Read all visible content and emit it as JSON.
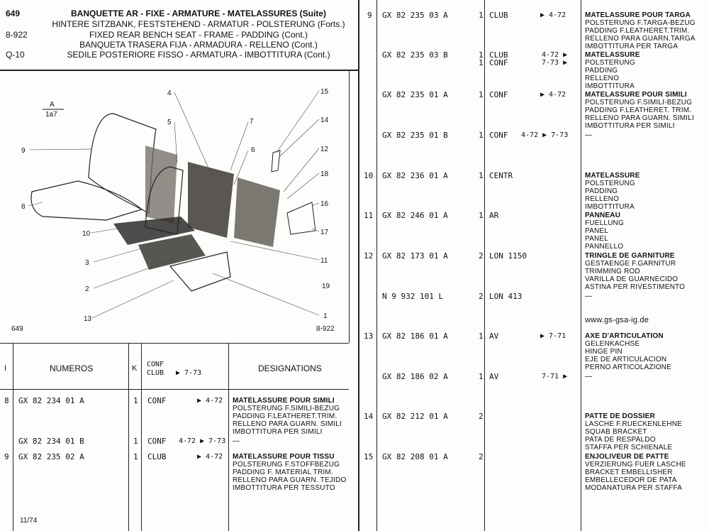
{
  "header": {
    "codes": [
      "649",
      "8-922",
      "Q-10"
    ],
    "titles": [
      "BANQUETTE AR - FIXE - ARMATURE - MATELASSURES (Suite)",
      "HINTERE SITZBANK, FESTSTEHEND - ARMATUR - POLSTERUNG (Forts.)",
      "FIXED REAR BENCH SEAT - FRAME - PADDING (Cont.)",
      "BANQUETA TRASERA FIJA - ARMADURA - RELLENO (Cont.)",
      "SEDILE POSTERIORE FISSO - ARMATURA - IMBOTTITURA (Cont.)"
    ]
  },
  "diagram": {
    "view_label": "A",
    "view_sub": "1a7",
    "small_code_left": "649",
    "small_code_right": "8-922",
    "callouts": [
      "1",
      "2",
      "3",
      "4",
      "5",
      "6",
      "7",
      "8",
      "9",
      "10",
      "11",
      "12",
      "13",
      "14",
      "15",
      "16",
      "17",
      "18",
      "19"
    ]
  },
  "left_table": {
    "headers": {
      "index": "I",
      "numeros": "NUMEROS",
      "k": "K",
      "conf": "CONF",
      "club": "CLUB",
      "range": "▶ 7-73",
      "designations": "DESIGNATIONS"
    },
    "rows": [
      {
        "index": "8",
        "num": "GX 82 234 01 A",
        "k": "1",
        "type": "CONF",
        "range": "▶ 4-72",
        "desc": [
          "MATELASSURE POUR SIMILI",
          "POLSTERUNG F.SIMILI-BEZUG",
          "PADDING F.LEATHERET.TRIM.",
          "RELLENO PARA GUARN. SIMILI",
          "IMBOTTITURA PER SIMILI"
        ]
      },
      {
        "index": "",
        "num": "GX 82 234 01 B",
        "k": "1",
        "type": "CONF",
        "range": "4-72 ▶ 7-73",
        "desc": [
          "—"
        ]
      },
      {
        "index": "9",
        "num": "GX 82 235 02 A",
        "k": "1",
        "type": "CLUB",
        "range": "▶ 4-72",
        "desc": [
          "MATELASSURE POUR TISSU",
          "POLSTERUNG F.STOFFBEZUG",
          "PADDING F. MATERIAL TRIM.",
          "RELLENO PARA GUARN. TEJIDO",
          "IMBOTTITURA PER TESSUTO"
        ]
      }
    ]
  },
  "right_table": {
    "rows": [
      {
        "index": "9",
        "num": "GX 82 235 03 A",
        "k": "1",
        "type": "CLUB",
        "range": "▶ 4-72",
        "desc": [
          "MATELASSURE POUR TARGA",
          "POLSTERUNG F.TARGA-BEZUG",
          "PADDING F.LEATHERET.TRIM.",
          "RELLENO PARA GUARN.TARGA",
          "IMBOTTITURA PER TARGA"
        ]
      },
      {
        "index": "",
        "num": "GX 82 235 03 B",
        "k": "1",
        "type": "CLUB",
        "range": "4-72 ▶",
        "k2": "1",
        "type2": "CONF",
        "range2": "7-73 ▶",
        "desc": [
          "MATELASSURE",
          "POLSTERUNG",
          "PADDING",
          "RELLENO",
          "IMBOTTITURA"
        ]
      },
      {
        "index": "",
        "num": "GX 82 235 01 A",
        "k": "1",
        "type": "CONF",
        "range": "▶ 4-72",
        "desc": [
          "MATELASSURE POUR SIMILI",
          "POLSTERUNG F.SIMILI-BEZUG",
          "PADDING F.LEATHERET. TRIM.",
          "RELLENO PARA GUARN. SIMILI",
          "IMBOTTITURA PER SIMILI"
        ]
      },
      {
        "index": "",
        "num": "GX 82 235 01 B",
        "k": "1",
        "type": "CONF",
        "range": "4-72 ▶ 7-73",
        "desc": [
          "—"
        ]
      },
      {
        "index": "10",
        "num": "GX 82 236 01 A",
        "k": "1",
        "type": "CENTR",
        "range": "",
        "desc": [
          "MATELASSURE",
          "POLSTERUNG",
          "PADDING",
          "RELLENO",
          "IMBOTTITURA"
        ]
      },
      {
        "index": "11",
        "num": "GX 82 246 01 A",
        "k": "1",
        "type": "AR",
        "range": "",
        "desc": [
          "PANNEAU",
          "FUELLUNG",
          "PANEL",
          "PANEL",
          "PANNELLO"
        ]
      },
      {
        "index": "12",
        "num": "GX 82 173 01 A",
        "k": "2",
        "type": "LON 1150",
        "range": "",
        "desc": [
          "TRINGLE DE GARNITURE",
          "GESTAENGE F.GARNITUR",
          "TRIMMING ROD",
          "VARILLA DE GUARNECIDO",
          "ASTINA PER RIVESTIMENTO"
        ]
      },
      {
        "index": "",
        "num": "N  9 932 101 L",
        "k": "2",
        "type": "LON 413",
        "range": "",
        "desc": [
          "—"
        ]
      },
      {
        "index": "13",
        "num": "GX 82 186 01 A",
        "k": "1",
        "type": "AV",
        "range": "▶ 7-71",
        "desc": [
          "AXE D'ARTICULATION",
          "GELENKACHSE",
          "HINGE PIN",
          "EJE DE ARTICULACION",
          "PERNO ARTICOLAZIONE"
        ]
      },
      {
        "index": "",
        "num": "GX 82 186 02 A",
        "k": "1",
        "type": "AV",
        "range": "7-71 ▶",
        "desc": [
          "—"
        ]
      },
      {
        "index": "14",
        "num": "GX 82 212 01 A",
        "k": "2",
        "type": "",
        "range": "",
        "desc": [
          "PATTE DE DOSSIER",
          "LASCHE F.RUECKENLEHNE",
          "SQUAB BRACKET",
          "PATA DE RESPALDO",
          "STAFFA PER SCHIENALE"
        ]
      },
      {
        "index": "15",
        "num": "GX 82 208 01 A",
        "k": "2",
        "type": "",
        "range": "",
        "desc": [
          "ENJOLIVEUR DE PATTE",
          "VERZIERUNG FUER LASCHE",
          "BRACKET EMBELLISHER",
          "EMBELLECEDOR DE PATA",
          "MODANATURA PER STAFFA"
        ]
      }
    ],
    "url": "www.gs-gsa-ig.de"
  },
  "footer": {
    "date": "11/74"
  }
}
